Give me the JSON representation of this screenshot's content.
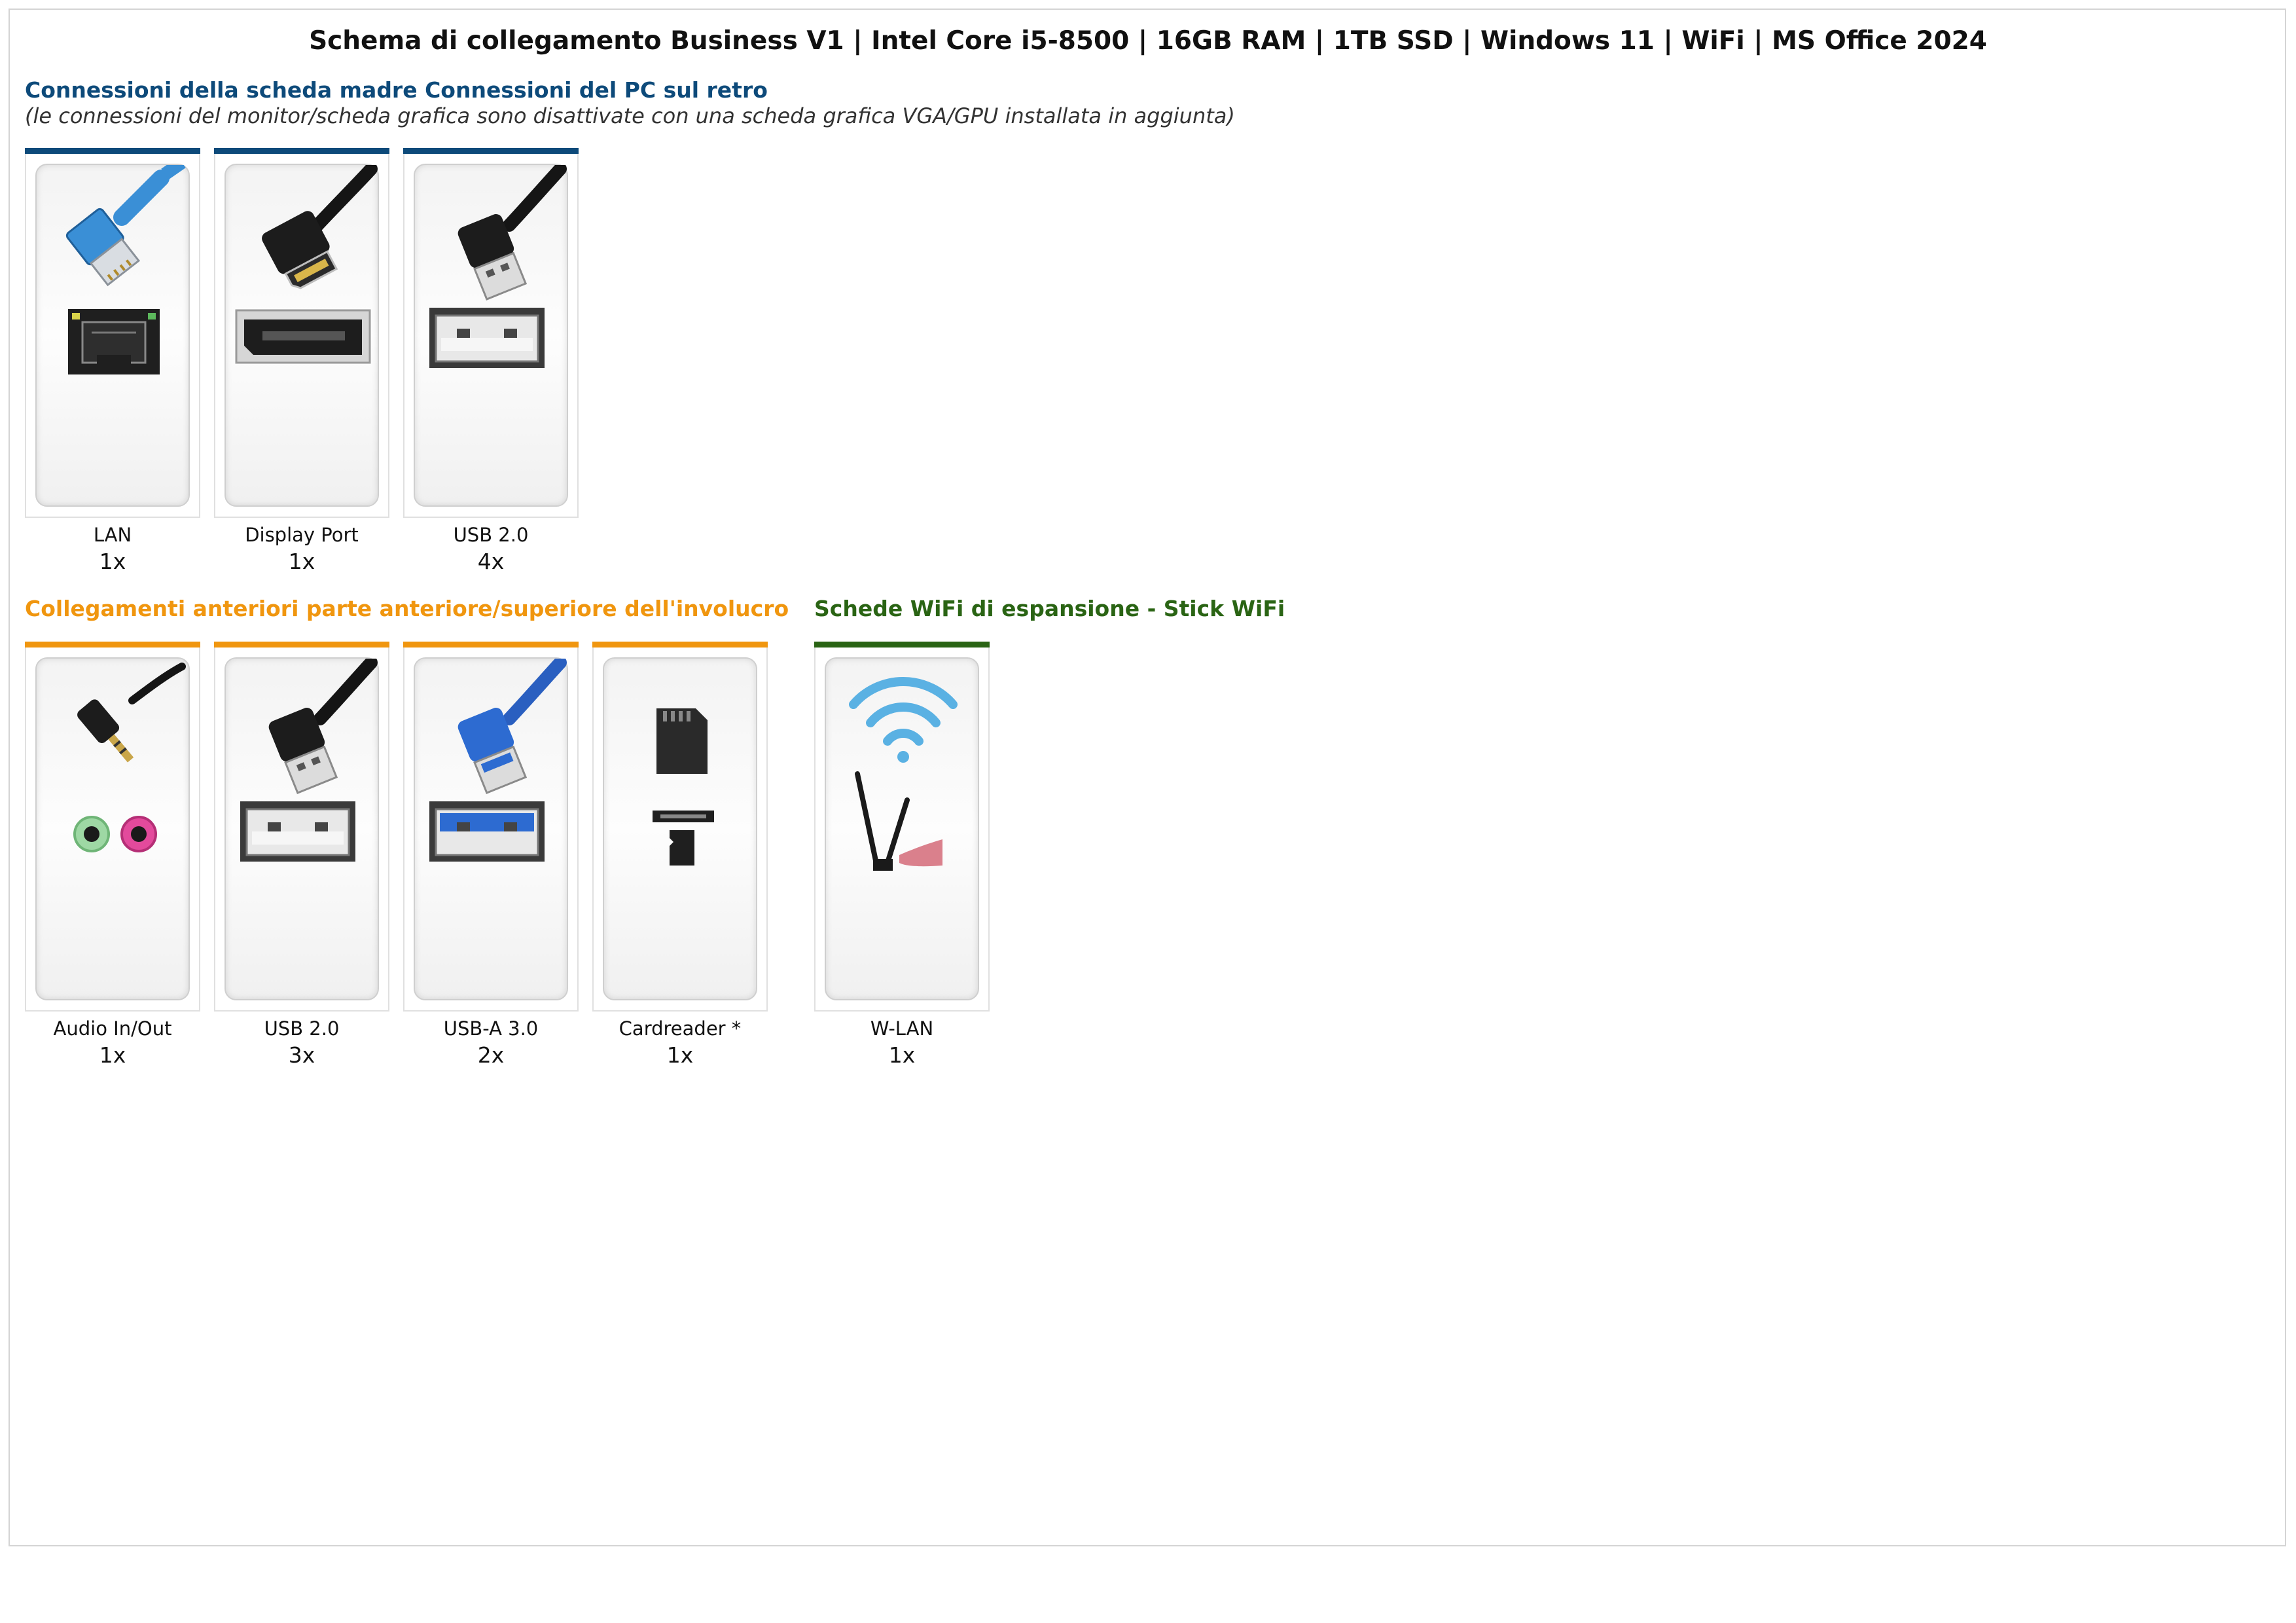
{
  "document": {
    "title": "Schema di collegamento Business V1 | Intel Core i5-8500 | 16GB RAM | 1TB SSD | Windows 11 | WiFi | MS Office 2024"
  },
  "rear_section": {
    "title": "Connessioni della scheda madre Connessioni del PC sul retro",
    "note": "(le connessioni del monitor/scheda grafica sono disattivate con una scheda grafica VGA/GPU installata in aggiunta)",
    "accent_color": "#0d4a7a",
    "items": [
      {
        "label": "LAN",
        "count": "1x",
        "icon": "ethernet-icon"
      },
      {
        "label": "Display Port",
        "count": "1x",
        "icon": "displayport-icon"
      },
      {
        "label": "USB 2.0",
        "count": "4x",
        "icon": "usb-2-icon"
      }
    ]
  },
  "front_section": {
    "title": "Collegamenti anteriori parte anteriore/superiore dell'involucro",
    "accent_color": "#f0960f",
    "items": [
      {
        "label": "Audio In/Out",
        "count": "1x",
        "icon": "audio-jack-icon"
      },
      {
        "label": "USB 2.0",
        "count": "3x",
        "icon": "usb-2-icon"
      },
      {
        "label": "USB-A 3.0",
        "count": "2x",
        "icon": "usb-3-icon"
      },
      {
        "label": "Cardreader *",
        "count": "1x",
        "icon": "sd-card-icon"
      }
    ]
  },
  "wifi_section": {
    "title": "Schede WiFi di espansione - Stick WiFi",
    "accent_color": "#2a6414",
    "items": [
      {
        "label": "W-LAN",
        "count": "1x",
        "icon": "wifi-icon"
      }
    ]
  }
}
